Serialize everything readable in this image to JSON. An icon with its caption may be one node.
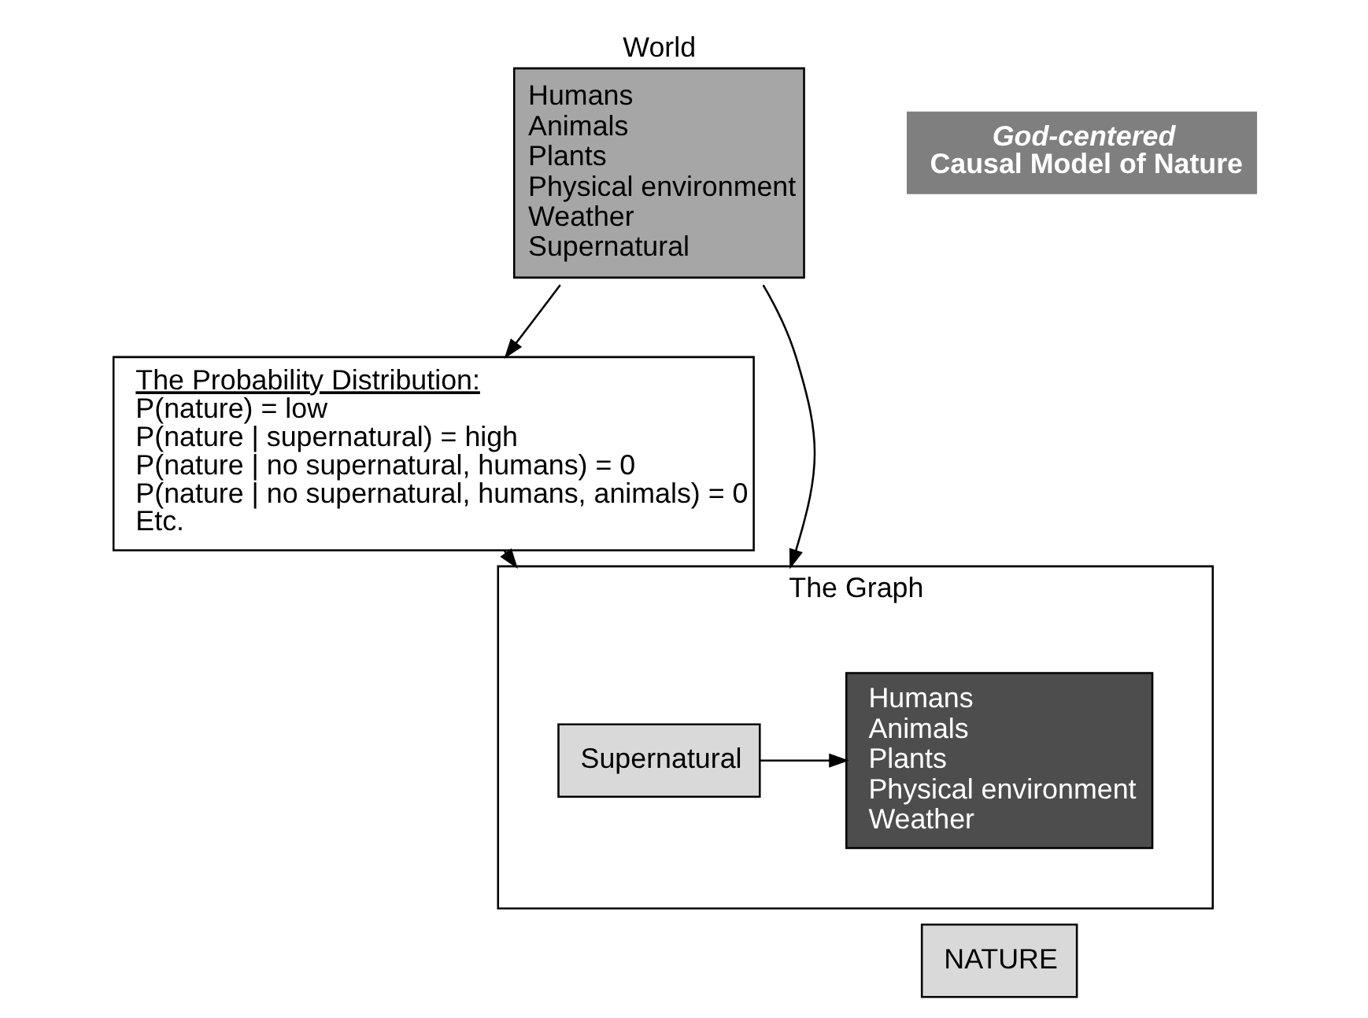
{
  "diagram": {
    "nodes": [
      {
        "text": [
          "World",
          "Humans",
          "Animals",
          "Plants",
          "Physical environment",
          "Weather",
          "Supernatural"
        ]
      },
      {
        "text": [
          "God-centered",
          "Causal Model of Nature"
        ]
      },
      {
        "text": [
          "The Probability Distribution:",
          "P(nature) = low",
          "P(nature | supernatural) = high",
          "P(nature | no supernatural, humans) = 0",
          "P(nature | no supernatural, humans, animals) = 0",
          "Etc."
        ]
      },
      {
        "text": [
          "The Graph"
        ]
      },
      {
        "text": [
          "Supernatural"
        ],
        "in": 3
      },
      {
        "text": [
          "Humans",
          "Animals",
          "Plants",
          "Physical environment",
          "Weather"
        ],
        "in": 3
      },
      {
        "text": [
          "NATURE"
        ]
      }
    ],
    "edges": [
      {
        "from": 0,
        "to": 2,
        "arrow": "to"
      },
      {
        "from": 0,
        "to": 3,
        "arrow": "to"
      },
      {
        "from": 2,
        "to": 3,
        "arrow": "to"
      },
      {
        "from": 4,
        "to": 5,
        "arrow": "to"
      }
    ]
  }
}
